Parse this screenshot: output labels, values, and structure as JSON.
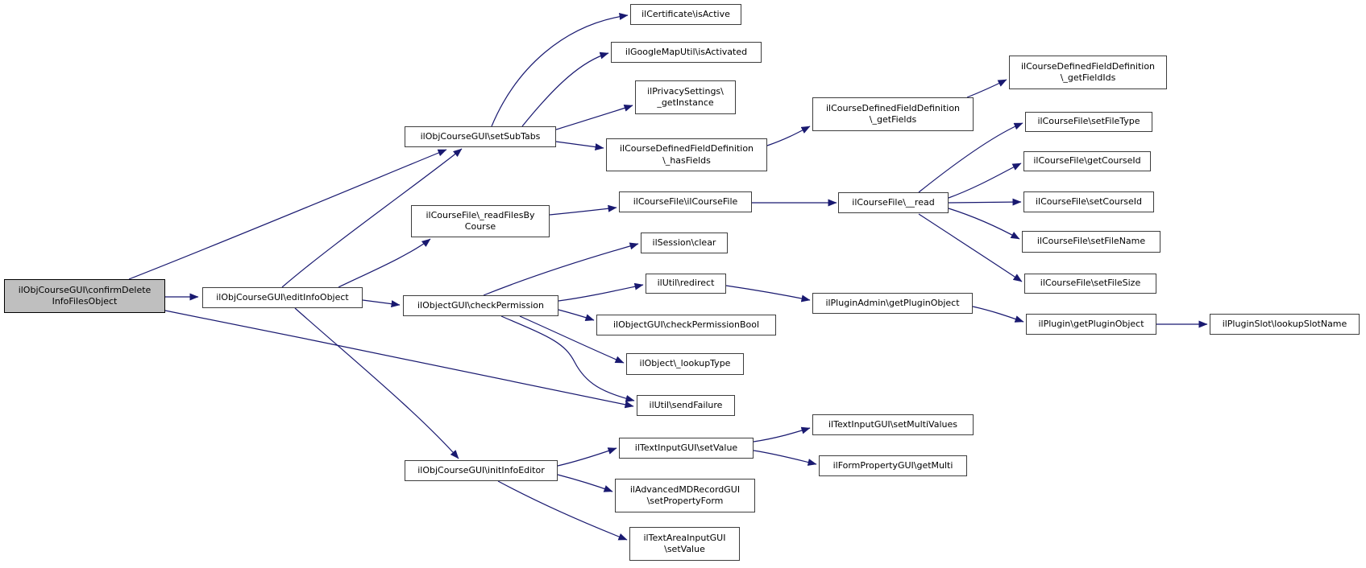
{
  "diagram": {
    "kind": "doxygen-call-graph",
    "background_color": "#ffffff",
    "edge_color": "#191970",
    "node_fill": "#ffffff",
    "node_border_color": "#3d3d3d",
    "highlight_node_fill": "#bfbfbf",
    "text_color": "#000000"
  },
  "nodes": {
    "confirm_delete_info_files": {
      "label": "ilObjCourseGUI\\confirmDelete\nInfoFilesObject",
      "highlighted": true
    },
    "edit_info_object": {
      "label": "ilObjCourseGUI\\editInfoObject",
      "highlighted": false
    },
    "set_sub_tabs": {
      "label": "ilObjCourseGUI\\setSubTabs",
      "highlighted": false
    },
    "read_files_by_course": {
      "label": "ilCourseFile\\_readFilesBy\nCourse",
      "highlighted": false
    },
    "check_permission": {
      "label": "ilObjectGUI\\checkPermission",
      "highlighted": false
    },
    "init_info_editor": {
      "label": "ilObjCourseGUI\\initInfoEditor",
      "highlighted": false
    },
    "certificate_is_active": {
      "label": "ilCertificate\\isActive",
      "highlighted": false
    },
    "googlemap_is_activated": {
      "label": "ilGoogleMapUtil\\isActivated",
      "highlighted": false
    },
    "privacy_get_instance": {
      "label": "ilPrivacySettings\\\n_getInstance",
      "highlighted": false
    },
    "cdfd_has_fields": {
      "label": "ilCourseDefinedFieldDefinition\n\\_hasFields",
      "highlighted": false
    },
    "cdfd_get_fields": {
      "label": "ilCourseDefinedFieldDefinition\n\\_getFields",
      "highlighted": false
    },
    "cdfd_get_field_ids": {
      "label": "ilCourseDefinedFieldDefinition\n\\_getFieldIds",
      "highlighted": false
    },
    "coursefile_ctor": {
      "label": "ilCourseFile\\ilCourseFile",
      "highlighted": false
    },
    "coursefile_read": {
      "label": "ilCourseFile\\__read",
      "highlighted": false
    },
    "set_file_type": {
      "label": "ilCourseFile\\setFileType",
      "highlighted": false
    },
    "get_course_id": {
      "label": "ilCourseFile\\getCourseId",
      "highlighted": false
    },
    "set_course_id": {
      "label": "ilCourseFile\\setCourseId",
      "highlighted": false
    },
    "set_file_name": {
      "label": "ilCourseFile\\setFileName",
      "highlighted": false
    },
    "set_file_size": {
      "label": "ilCourseFile\\setFileSize",
      "highlighted": false
    },
    "session_clear": {
      "label": "ilSession\\clear",
      "highlighted": false
    },
    "util_redirect": {
      "label": "ilUtil\\redirect",
      "highlighted": false
    },
    "check_permission_bool": {
      "label": "ilObjectGUI\\checkPermissionBool",
      "highlighted": false
    },
    "lookup_type": {
      "label": "ilObject\\_lookupType",
      "highlighted": false
    },
    "send_failure": {
      "label": "ilUtil\\sendFailure",
      "highlighted": false
    },
    "pluginadmin_get_plugin_object": {
      "label": "ilPluginAdmin\\getPluginObject",
      "highlighted": false
    },
    "plugin_get_plugin_object": {
      "label": "ilPlugin\\getPluginObject",
      "highlighted": false
    },
    "lookup_slot_name": {
      "label": "ilPluginSlot\\lookupSlotName",
      "highlighted": false
    },
    "textinput_set_value": {
      "label": "ilTextInputGUI\\setValue",
      "highlighted": false
    },
    "set_multi_values": {
      "label": "ilTextInputGUI\\setMultiValues",
      "highlighted": false
    },
    "form_get_multi": {
      "label": "ilFormPropertyGUI\\getMulti",
      "highlighted": false
    },
    "set_property_form": {
      "label": "ilAdvancedMDRecordGUI\n\\setPropertyForm",
      "highlighted": false
    },
    "textarea_set_value": {
      "label": "ilTextAreaInputGUI\n\\setValue",
      "highlighted": false
    }
  },
  "edges": [
    {
      "from": "confirm_delete_info_files",
      "to": "edit_info_object"
    },
    {
      "from": "confirm_delete_info_files",
      "to": "set_sub_tabs"
    },
    {
      "from": "confirm_delete_info_files",
      "to": "send_failure"
    },
    {
      "from": "edit_info_object",
      "to": "set_sub_tabs"
    },
    {
      "from": "edit_info_object",
      "to": "read_files_by_course"
    },
    {
      "from": "edit_info_object",
      "to": "check_permission"
    },
    {
      "from": "edit_info_object",
      "to": "init_info_editor"
    },
    {
      "from": "set_sub_tabs",
      "to": "certificate_is_active"
    },
    {
      "from": "set_sub_tabs",
      "to": "googlemap_is_activated"
    },
    {
      "from": "set_sub_tabs",
      "to": "privacy_get_instance"
    },
    {
      "from": "set_sub_tabs",
      "to": "cdfd_has_fields"
    },
    {
      "from": "cdfd_has_fields",
      "to": "cdfd_get_fields"
    },
    {
      "from": "cdfd_get_fields",
      "to": "cdfd_get_field_ids"
    },
    {
      "from": "read_files_by_course",
      "to": "coursefile_ctor"
    },
    {
      "from": "coursefile_ctor",
      "to": "coursefile_read"
    },
    {
      "from": "coursefile_read",
      "to": "set_file_type"
    },
    {
      "from": "coursefile_read",
      "to": "get_course_id"
    },
    {
      "from": "coursefile_read",
      "to": "set_course_id"
    },
    {
      "from": "coursefile_read",
      "to": "set_file_name"
    },
    {
      "from": "coursefile_read",
      "to": "set_file_size"
    },
    {
      "from": "check_permission",
      "to": "session_clear"
    },
    {
      "from": "check_permission",
      "to": "util_redirect"
    },
    {
      "from": "check_permission",
      "to": "check_permission_bool"
    },
    {
      "from": "check_permission",
      "to": "lookup_type"
    },
    {
      "from": "check_permission",
      "to": "send_failure"
    },
    {
      "from": "util_redirect",
      "to": "pluginadmin_get_plugin_object"
    },
    {
      "from": "pluginadmin_get_plugin_object",
      "to": "plugin_get_plugin_object"
    },
    {
      "from": "plugin_get_plugin_object",
      "to": "lookup_slot_name"
    },
    {
      "from": "init_info_editor",
      "to": "textinput_set_value"
    },
    {
      "from": "init_info_editor",
      "to": "set_property_form"
    },
    {
      "from": "init_info_editor",
      "to": "textarea_set_value"
    },
    {
      "from": "textinput_set_value",
      "to": "set_multi_values"
    },
    {
      "from": "textinput_set_value",
      "to": "form_get_multi"
    }
  ]
}
